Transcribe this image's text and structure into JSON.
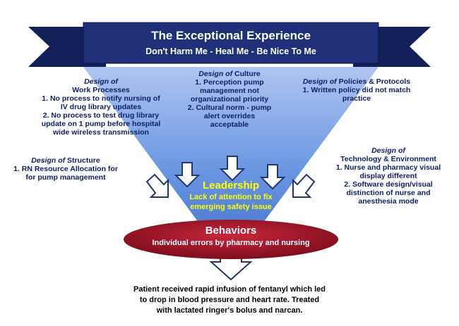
{
  "banner": {
    "title": "The Exceptional Experience",
    "subtitle": "Don't Harm Me - Heal Me - Be Nice To Me"
  },
  "work_processes": {
    "design_of": "Design of",
    "heading": "Work Processes",
    "items": [
      "1. No process to notify nursing of",
      "IV drug library updates",
      "2. No process to test drug library",
      "update on 1 pump before hospital",
      "wide wireless transmission"
    ]
  },
  "culture": {
    "design_of": "Design of",
    "heading": "Culture",
    "items": [
      "1. Perception pump",
      "management not",
      "organizational priority",
      "2. Cultural norm - pump",
      "alert overrides",
      "acceptable"
    ]
  },
  "policies": {
    "design_of": "Design of",
    "heading": "Policies & Protocols",
    "items": [
      "1.    Written policy did not match",
      "practice"
    ]
  },
  "structure": {
    "design_of": "Design of",
    "heading": "Structure",
    "items": [
      "1. RN Resource Allocation for",
      "for pump management"
    ]
  },
  "technology": {
    "design_of": "Design of",
    "heading": "Technology & Environment",
    "items": [
      "1. Nurse and pharmacy visual",
      "display different",
      "2. Software design/visual",
      "distinction of nurse and",
      "anesthesia mode"
    ]
  },
  "leadership": {
    "title": "Leadership",
    "lines": [
      "Lack of attention to fix",
      "emerging safety issue"
    ]
  },
  "behaviors": {
    "title": "Behaviors",
    "body": "Individual errors by pharmacy and nursing"
  },
  "outcome": {
    "lines": [
      "Patient received rapid infusion of fentanyl which led",
      "to drop in blood pressure and heart rate. Treated",
      "with lactated ringer's bolus and narcan."
    ]
  },
  "colors": {
    "banner_fill": "#1b2a6b",
    "funnel_fill": "#4b7fd8",
    "ellipse_fill": "#9c1224",
    "leadership_text": "#ffff00",
    "dark_text": "#0d1f63"
  },
  "icons": {
    "arrow": "hollow-down-arrow"
  }
}
